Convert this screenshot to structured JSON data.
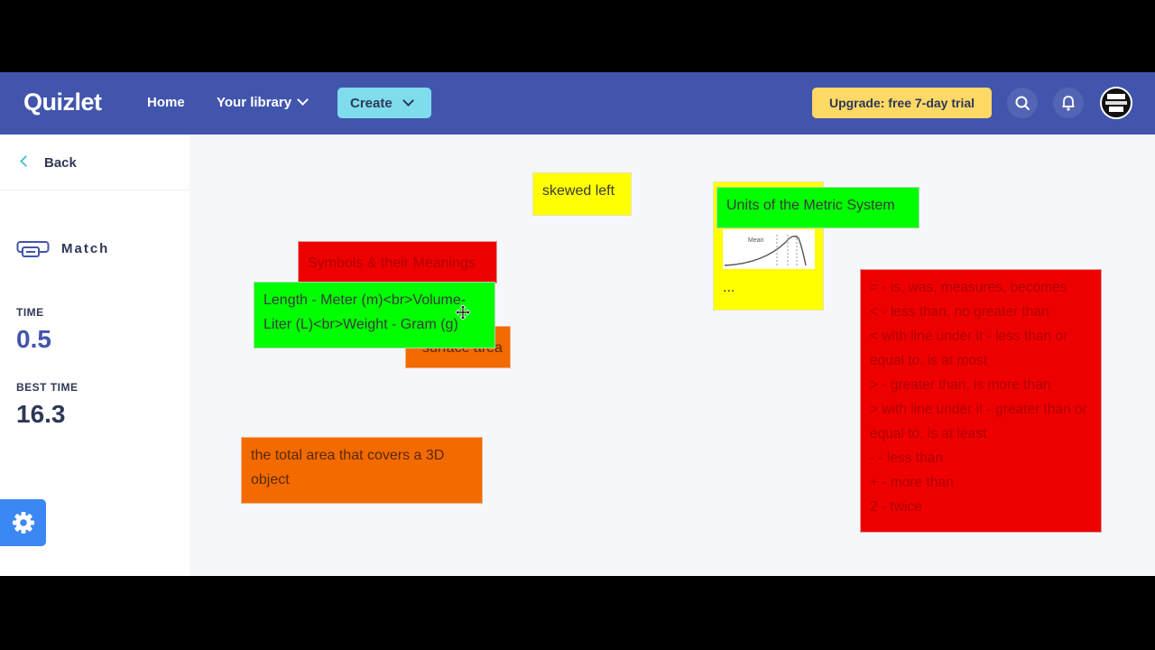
{
  "topbar": {
    "logo": "Quizlet",
    "home_label": "Home",
    "library_label": "Your library",
    "create_label": "Create",
    "upgrade_label": "Upgrade: free 7-day trial",
    "search_icon": "search-icon",
    "bell_icon": "bell-icon"
  },
  "sidebar": {
    "back_label": "Back",
    "mode_label": "Match",
    "time_label": "TIME",
    "time_value": "0.5",
    "best_label": "BEST TIME",
    "best_value": "16.3"
  },
  "cards": {
    "skewed_left": "skewed left",
    "units_metric": "Units of the Metric System",
    "yellow_image_ellipsis": "...",
    "yellow_image_caption": "Mean",
    "symbols_meanings": "Symbols & their Meanings",
    "metric_definition_line1": "Length - Meter (m)<br>Volume-",
    "metric_definition_line2": "Liter (L)<br>Weight - Gram (g)",
    "surface_area_hidden": "surface area",
    "surface_area_definition": "the total area that covers a 3D object",
    "symbols_list": [
      "= - is, was, measures, becomes",
      "< - less than, no greater than",
      "< with line under it - less than or equal to, is at most",
      "> - greater than, is more than",
      "> with line under it - greater than or equal to, is at least",
      "- - less than",
      "+ - more than",
      "2 - twice"
    ]
  },
  "colors": {
    "header_bg": "#4255ad",
    "time_value": "#4255ad",
    "best_value": "#2e3856",
    "create_bg": "#7fdcec",
    "upgrade_bg": "#ffd966",
    "settings_bg": "#3b88f5"
  }
}
